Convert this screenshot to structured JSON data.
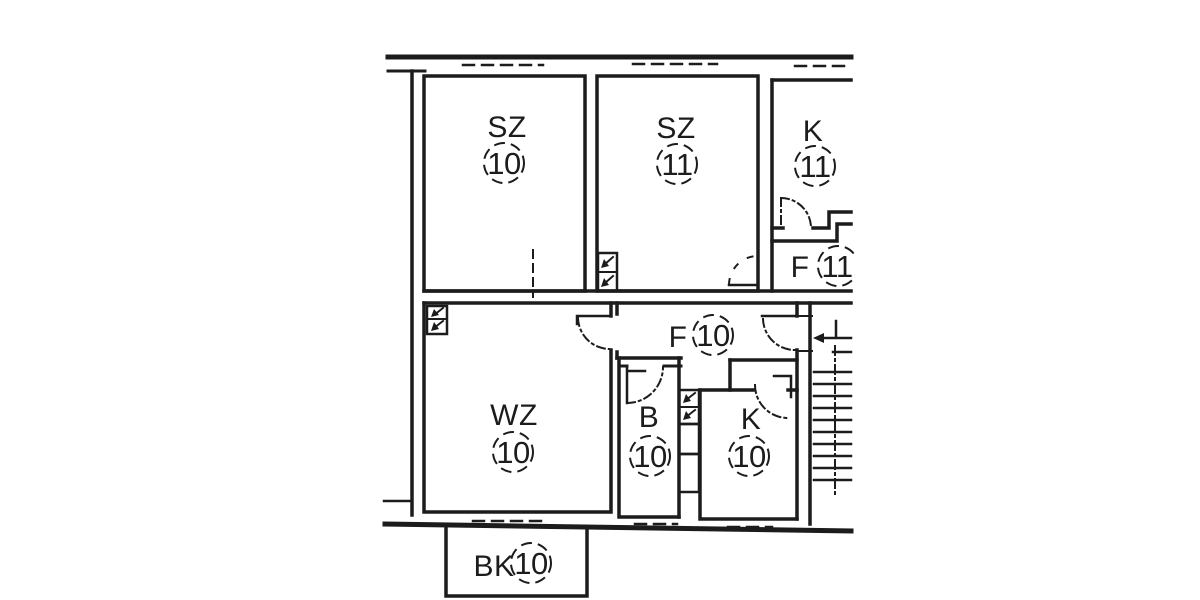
{
  "plan": {
    "kind": "apartment floor plan (scanned)",
    "colors": {
      "ink": "#1c1c1c",
      "paper": "#ffffff"
    },
    "rooms": [
      {
        "code": "SZ",
        "number": "10"
      },
      {
        "code": "SZ",
        "number": "11"
      },
      {
        "code": "K",
        "number": "11"
      },
      {
        "code": "F",
        "number": "11"
      },
      {
        "code": "F",
        "number": "10"
      },
      {
        "code": "WZ",
        "number": "10"
      },
      {
        "code": "B",
        "number": "10"
      },
      {
        "code": "K",
        "number": "10"
      },
      {
        "code": "BK",
        "number": "10"
      }
    ]
  }
}
